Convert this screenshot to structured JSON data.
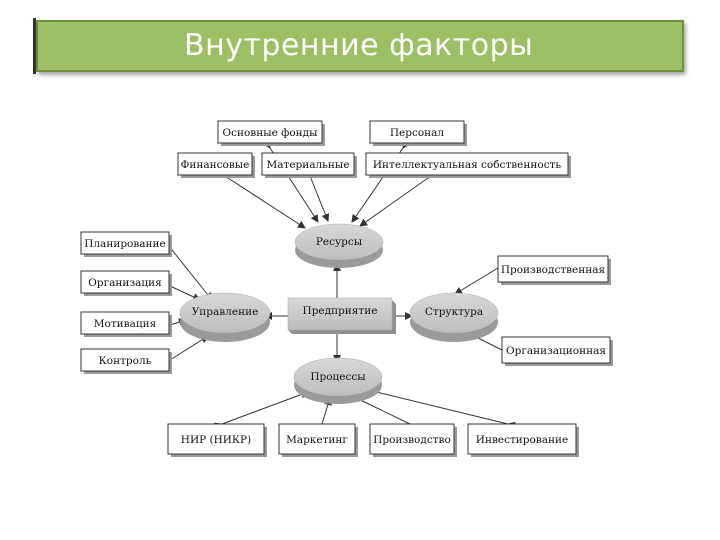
{
  "title": "Внутренние факторы",
  "diagram": {
    "center": "Предприятие",
    "hubs": {
      "resources": "Ресурсы",
      "management": "Управление",
      "structure": "Структура",
      "processes": "Процессы"
    },
    "resources_items": {
      "fixed_assets": "Основные фонды",
      "personnel": "Персонал",
      "financial": "Финансовые",
      "material": "Материальные",
      "intellectual": "Интеллектуальная собственность"
    },
    "management_items": {
      "planning": "Планирование",
      "organization": "Организация",
      "motivation": "Мотивация",
      "control": "Контроль"
    },
    "structure_items": {
      "production": "Производственная",
      "organizational": "Организационная"
    },
    "processes_items": {
      "rnd": "НИР  (НИКР)",
      "marketing": "Маркетинг",
      "production": "Производство",
      "investment": "Инвестирование"
    }
  }
}
